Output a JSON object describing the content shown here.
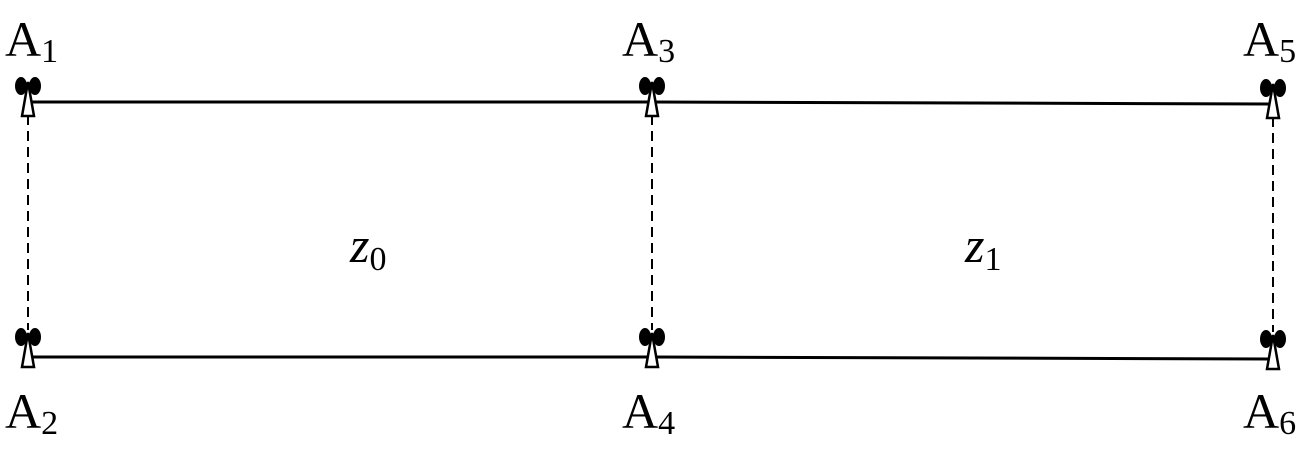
{
  "diagram": {
    "anchors": [
      {
        "id": "a1",
        "letter": "A",
        "index": "1"
      },
      {
        "id": "a2",
        "letter": "A",
        "index": "2"
      },
      {
        "id": "a3",
        "letter": "A",
        "index": "3"
      },
      {
        "id": "a4",
        "letter": "A",
        "index": "4"
      },
      {
        "id": "a5",
        "letter": "A",
        "index": "5"
      },
      {
        "id": "a6",
        "letter": "A",
        "index": "6"
      }
    ],
    "zones": [
      {
        "id": "z0",
        "letter": "z",
        "index": "0"
      },
      {
        "id": "z1",
        "letter": "z",
        "index": "1"
      }
    ],
    "colors": {
      "line": "#000000",
      "background": "#ffffff",
      "arrow_fill": "#ffffff"
    },
    "icons": {
      "anchor": "antenna-icon"
    }
  }
}
